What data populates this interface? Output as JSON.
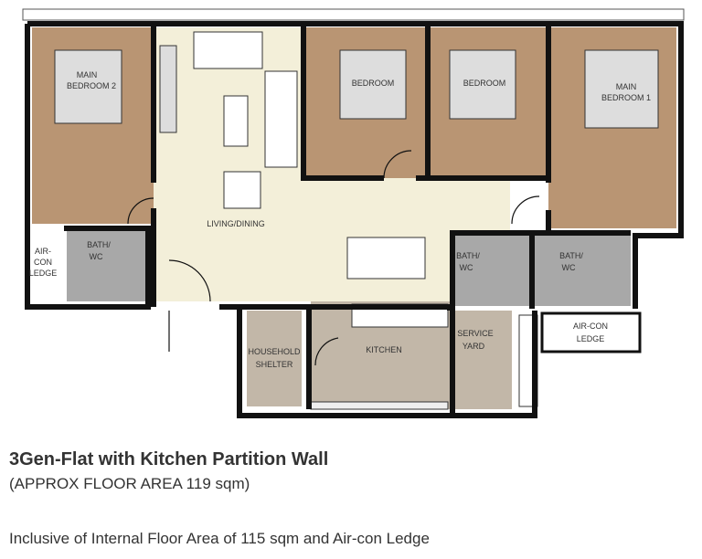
{
  "plan": {
    "rooms": {
      "main_bedroom_2": [
        "MAIN",
        "BEDROOM 2"
      ],
      "bedroom_a": "BEDROOM",
      "bedroom_b": "BEDROOM",
      "main_bedroom_1": [
        "MAIN",
        "BEDROOM 1"
      ],
      "living_dining": "LIVING/DINING",
      "aircon_ledge_left": [
        "AIR-",
        "CON",
        "LEDGE"
      ],
      "bath_left": [
        "BATH/",
        "WC"
      ],
      "bath_mid": [
        "BATH/",
        "WC"
      ],
      "bath_right": [
        "BATH/",
        "WC"
      ],
      "aircon_ledge_right": [
        "AIR-CON",
        "LEDGE"
      ],
      "household_shelter": [
        "HOUSEHOLD",
        "SHELTER"
      ],
      "kitchen": "KITCHEN",
      "service_yard": [
        "SERVICE",
        "YARD"
      ]
    },
    "colors": {
      "bedroom": "#b99573",
      "living": "#f3efd9",
      "bath": "#a8a8a8",
      "utility": "#c2b7a8",
      "wall": "#111111"
    }
  },
  "caption": {
    "title": "3Gen-Flat with Kitchen Partition Wall",
    "area": "(APPROX FLOOR AREA 119 sqm)",
    "note": "Inclusive of Internal Floor Area of 115 sqm and Air-con Ledge"
  }
}
